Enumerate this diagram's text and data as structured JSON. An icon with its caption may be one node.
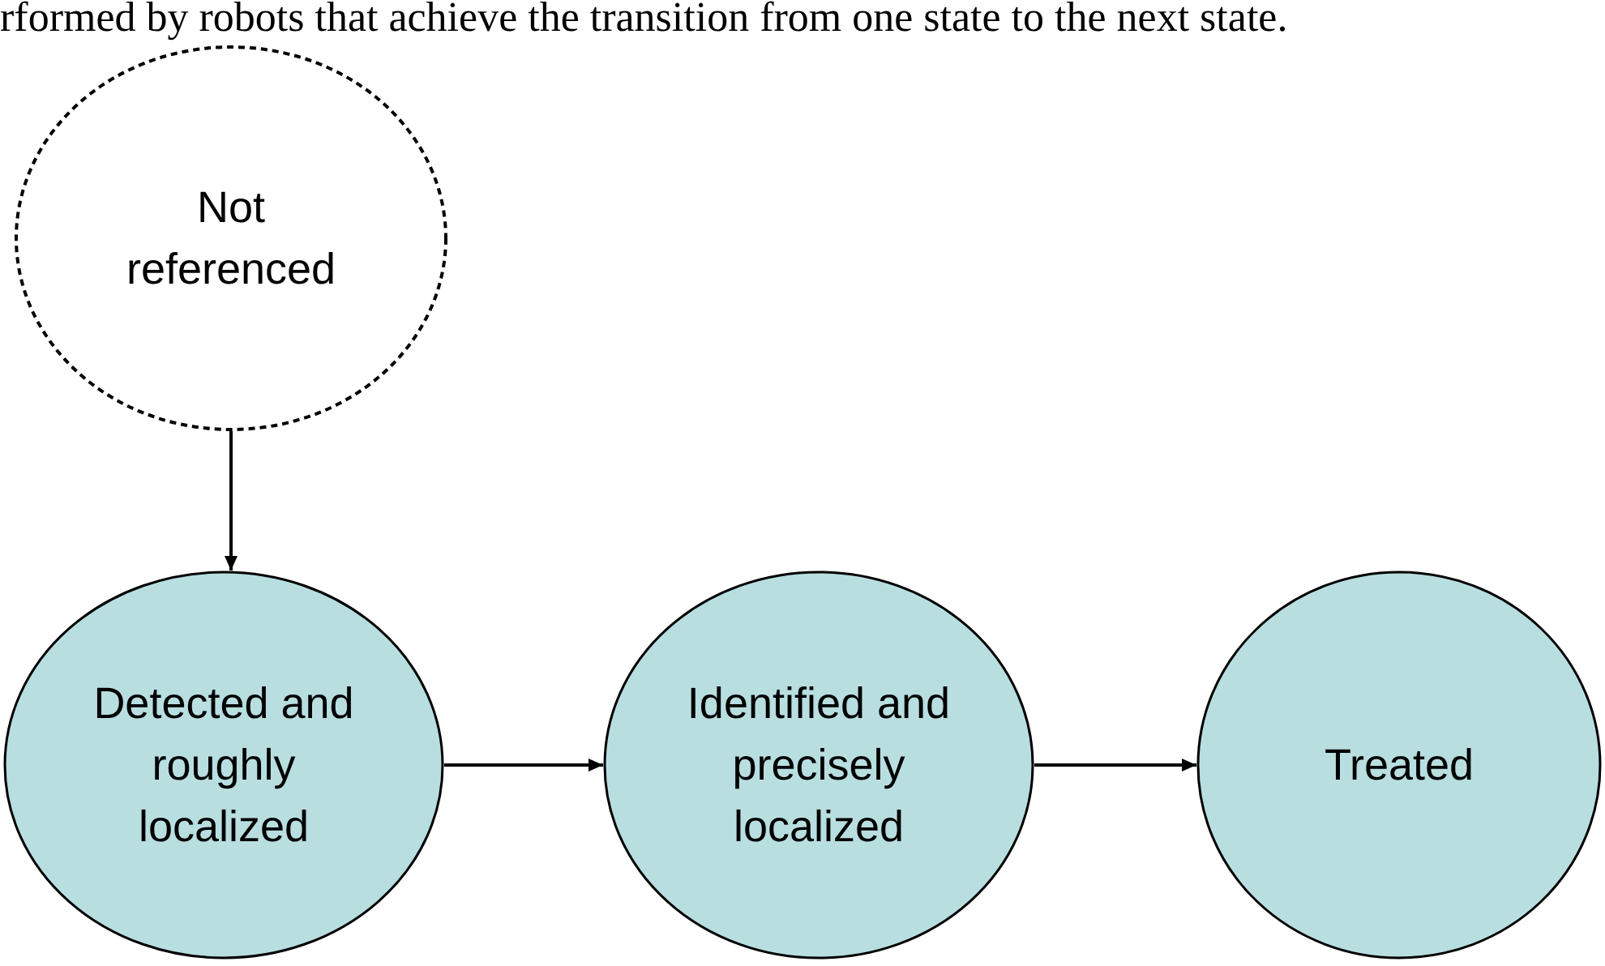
{
  "diagram": {
    "nodes": [
      {
        "text": [
          "Not referenced"
        ]
      },
      {
        "text": [
          "Detected and roughly localized"
        ]
      },
      {
        "text": [
          "Identified and precisely localized"
        ]
      },
      {
        "text": [
          "Treated"
        ]
      }
    ],
    "edges": [
      {
        "from": 0,
        "to": 1,
        "arrow": "to"
      },
      {
        "from": 1,
        "to": 2,
        "arrow": "to"
      },
      {
        "from": 2,
        "to": 3,
        "arrow": "to"
      }
    ],
    "labels": [
      "rformed by robots that achieve the transition from one state to the next state."
    ]
  }
}
